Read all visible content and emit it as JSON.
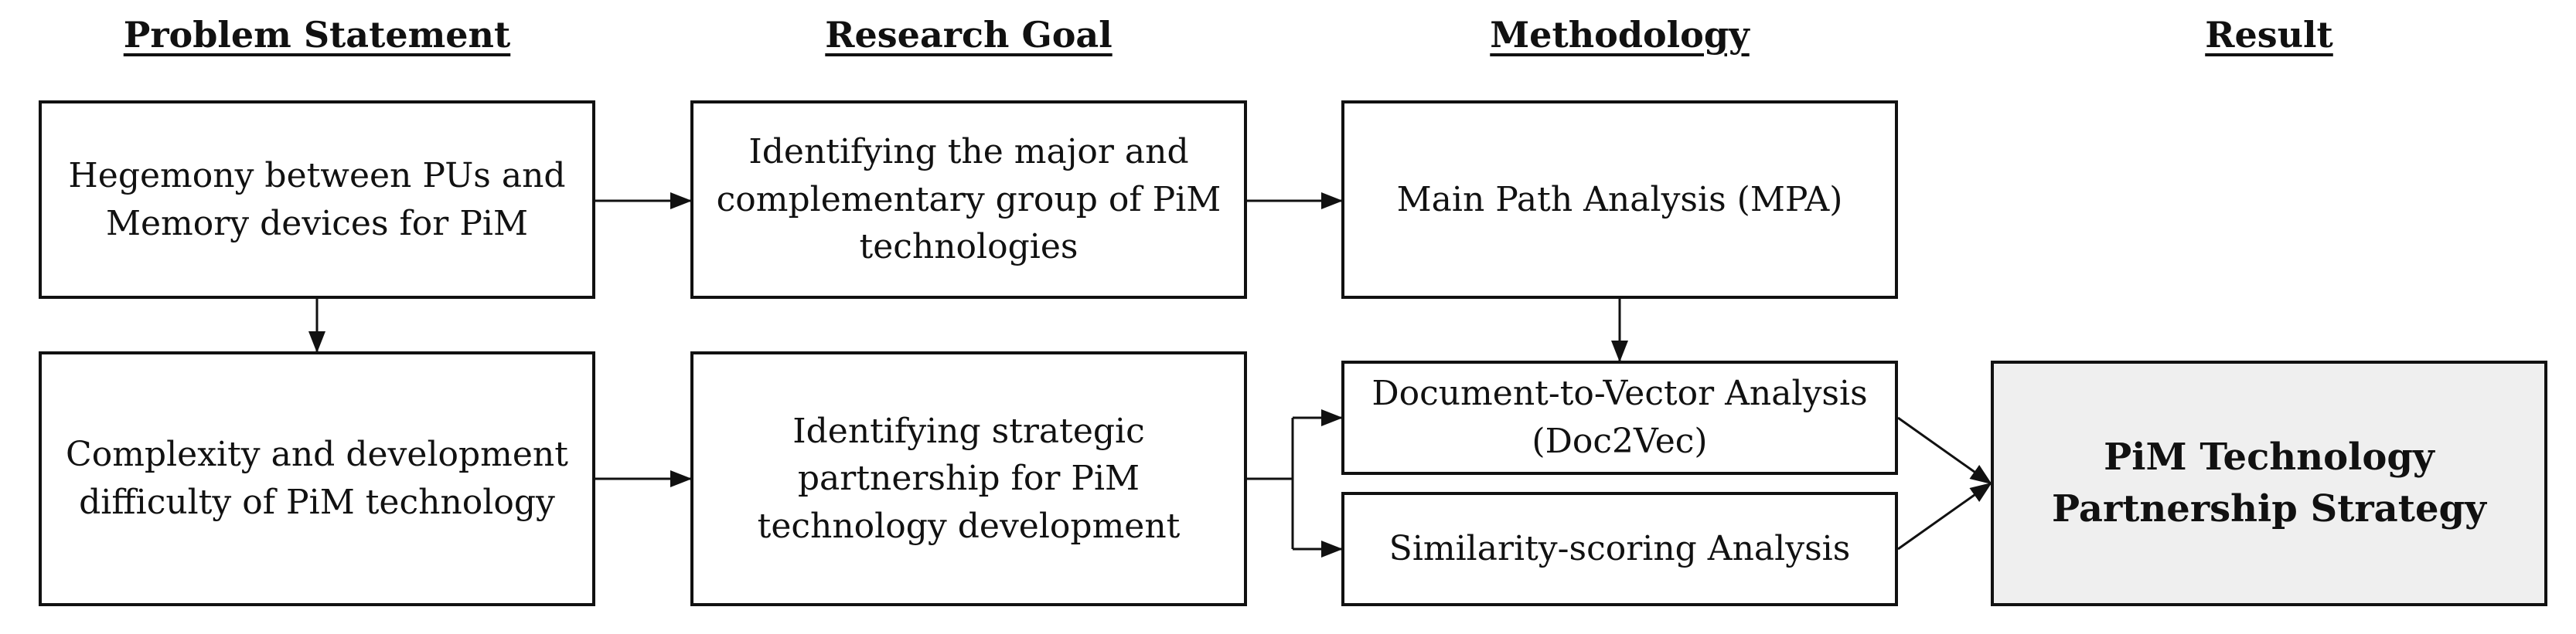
{
  "headers": {
    "problem": "Problem Statement",
    "goal": "Research Goal",
    "method": "Methodology",
    "result": "Result"
  },
  "boxes": {
    "hegemony": "Hegemony between PUs and Memory devices for PiM",
    "complexity": "Complexity and development difficulty of PiM technology",
    "identify_group": "Identifying the major and complementary group of PiM technologies",
    "identify_partnership": "Identifying strategic partnership for PiM technology development",
    "mpa": "Main Path Analysis (MPA)",
    "doc2vec": "Document-to-Vector Analysis (Doc2Vec)",
    "similarity": "Similarity-scoring Analysis",
    "result": "PiM Technology Partnership Strategy"
  },
  "colors": {
    "line": "#111111",
    "result_fill": "#efefef"
  }
}
